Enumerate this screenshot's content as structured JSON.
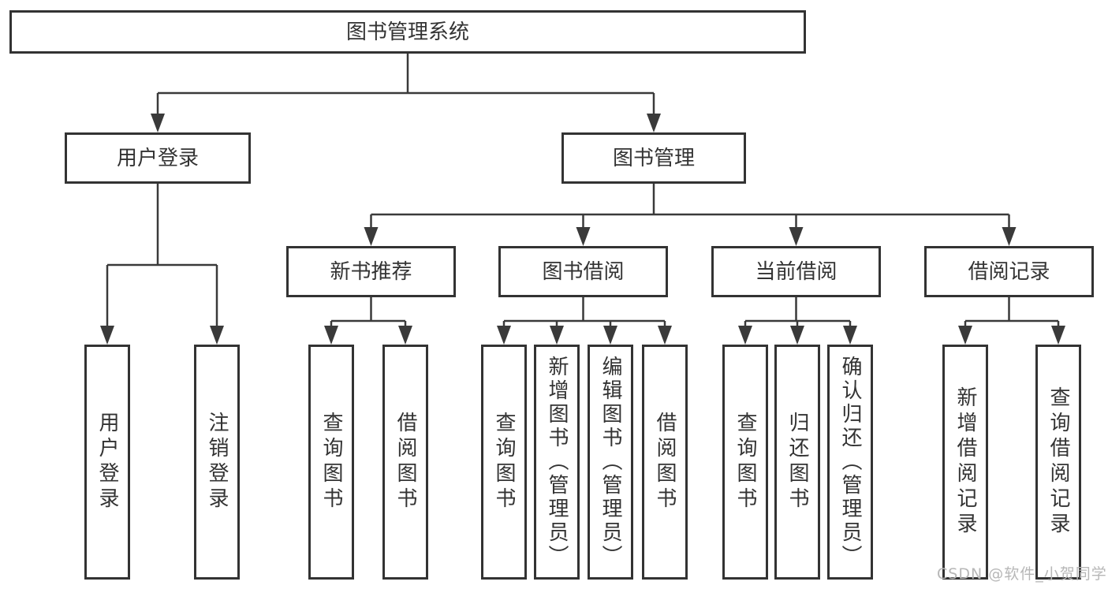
{
  "diagram": {
    "root": {
      "label": "图书管理系统"
    },
    "branches": {
      "user_login": {
        "label": "用户登录"
      },
      "book_management": {
        "label": "图书管理"
      }
    },
    "sections": {
      "new_book_recommendation": {
        "label": "新书推荐"
      },
      "book_borrowing": {
        "label": "图书借阅"
      },
      "current_borrowing": {
        "label": "当前借阅"
      },
      "borrowing_records": {
        "label": "借阅记录"
      }
    },
    "leaves": {
      "user_login": [
        "用户登录",
        "注销登录"
      ],
      "new_book_recommendation": [
        "查询图书",
        "借阅图书"
      ],
      "book_borrowing": [
        "查询图书",
        "新增图书（管理员）",
        "编辑图书（管理员）",
        "借阅图书"
      ],
      "current_borrowing": [
        "查询图书",
        "归还图书",
        "确认归还（管理员）"
      ],
      "borrowing_records": [
        "新增借阅记录",
        "查询借阅记录"
      ]
    }
  },
  "watermark": "CSDN @软件_小贺同学",
  "colors": {
    "line": "#3a3a3a",
    "border": "#333333",
    "text": "#333333",
    "watermark": "#b7b7b7",
    "background": "#ffffff"
  }
}
